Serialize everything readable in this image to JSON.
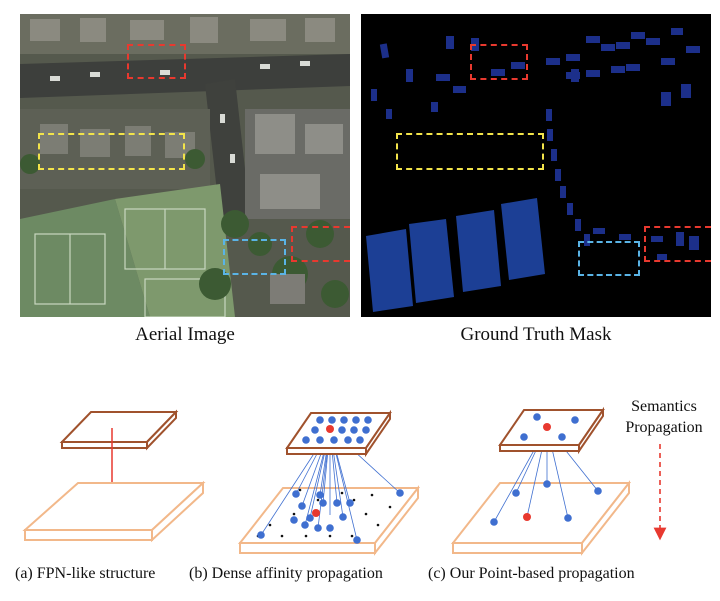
{
  "top_panels": {
    "left_caption": "Aerial Image",
    "right_caption": "Ground Truth Mask"
  },
  "diagram": {
    "side_label_line1": "Semantics",
    "side_label_line2": "Propagation",
    "sub_a": "(a) FPN-like structure",
    "sub_b": "(b) Dense affinity propagation",
    "sub_c": "(c) Our Point-based propagation"
  },
  "colors": {
    "highlight_red": "#e8392f",
    "highlight_yellow": "#f2e34a",
    "highlight_blue": "#5ab4e6",
    "mask_object": "#1c3f95",
    "mask_background": "#000000",
    "plane_dark": "#a0522d",
    "plane_light": "#f2b88a",
    "point": "#3f6fd0",
    "key_point": "#e8392f"
  }
}
